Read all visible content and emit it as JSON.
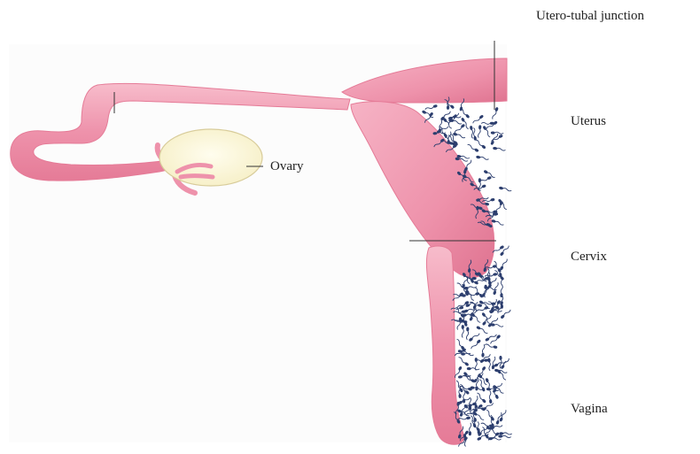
{
  "labels": {
    "utero_tubal_junction": "Utero-tubal junction",
    "uterus": "Uterus",
    "cervix": "Cervix",
    "vagina": "Vagina",
    "ovary": "Ovary"
  },
  "colors": {
    "tissue": "#ee92ab",
    "tissue_light": "#f8c7d3",
    "tissue_dark": "#d9667f",
    "ovary_fill": "#fdf9dc",
    "ovary_stroke": "#d8cc9a",
    "sperm": "#2c3e6e",
    "line": "#333333"
  }
}
